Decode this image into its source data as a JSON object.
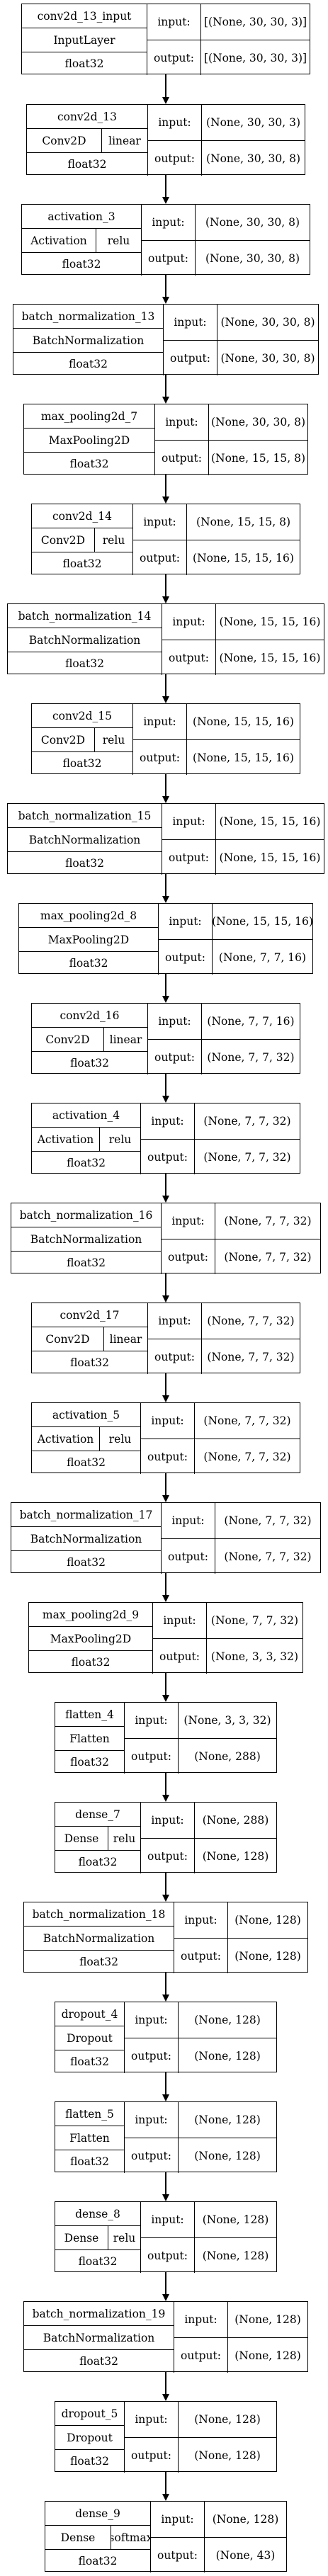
{
  "nodes": [
    {
      "name": "conv2d_13_input",
      "type": "InputLayer",
      "dtype": "float32",
      "input": "input:",
      "output": "output:",
      "input_shape": "[(None, 30, 30, 3)]",
      "output_shape": "[(None, 30, 30, 3)]"
    },
    {
      "name": "conv2d_13",
      "type": "Conv2D",
      "activation": "linear",
      "dtype": "float32",
      "input": "input:",
      "output": "output:",
      "input_shape": "(None, 30, 30, 3)",
      "output_shape": "(None, 30, 30, 8)"
    },
    {
      "name": "activation_3",
      "type": "Activation",
      "activation": "relu",
      "dtype": "float32",
      "input": "input:",
      "output": "output:",
      "input_shape": "(None, 30, 30, 8)",
      "output_shape": "(None, 30, 30, 8)"
    },
    {
      "name": "batch_normalization_13",
      "type": "BatchNormalization",
      "dtype": "float32",
      "input": "input:",
      "output": "output:",
      "input_shape": "(None, 30, 30, 8)",
      "output_shape": "(None, 30, 30, 8)"
    },
    {
      "name": "max_pooling2d_7",
      "type": "MaxPooling2D",
      "dtype": "float32",
      "input": "input:",
      "output": "output:",
      "input_shape": "(None, 30, 30, 8)",
      "output_shape": "(None, 15, 15, 8)"
    },
    {
      "name": "conv2d_14",
      "type": "Conv2D",
      "activation": "relu",
      "dtype": "float32",
      "input": "input:",
      "output": "output:",
      "input_shape": "(None, 15, 15, 8)",
      "output_shape": "(None, 15, 15, 16)"
    },
    {
      "name": "batch_normalization_14",
      "type": "BatchNormalization",
      "dtype": "float32",
      "input": "input:",
      "output": "output:",
      "input_shape": "(None, 15, 15, 16)",
      "output_shape": "(None, 15, 15, 16)"
    },
    {
      "name": "conv2d_15",
      "type": "Conv2D",
      "activation": "relu",
      "dtype": "float32",
      "input": "input:",
      "output": "output:",
      "input_shape": "(None, 15, 15, 16)",
      "output_shape": "(None, 15, 15, 16)"
    },
    {
      "name": "batch_normalization_15",
      "type": "BatchNormalization",
      "dtype": "float32",
      "input": "input:",
      "output": "output:",
      "input_shape": "(None, 15, 15, 16)",
      "output_shape": "(None, 15, 15, 16)"
    },
    {
      "name": "max_pooling2d_8",
      "type": "MaxPooling2D",
      "dtype": "float32",
      "input": "input:",
      "output": "output:",
      "input_shape": "(None, 15, 15, 16)",
      "output_shape": "(None, 7, 7, 16)"
    },
    {
      "name": "conv2d_16",
      "type": "Conv2D",
      "activation": "linear",
      "dtype": "float32",
      "input": "input:",
      "output": "output:",
      "input_shape": "(None, 7, 7, 16)",
      "output_shape": "(None, 7, 7, 32)"
    },
    {
      "name": "activation_4",
      "type": "Activation",
      "activation": "relu",
      "dtype": "float32",
      "input": "input:",
      "output": "output:",
      "input_shape": "(None, 7, 7, 32)",
      "output_shape": "(None, 7, 7, 32)"
    },
    {
      "name": "batch_normalization_16",
      "type": "BatchNormalization",
      "dtype": "float32",
      "input": "input:",
      "output": "output:",
      "input_shape": "(None, 7, 7, 32)",
      "output_shape": "(None, 7, 7, 32)"
    },
    {
      "name": "conv2d_17",
      "type": "Conv2D",
      "activation": "linear",
      "dtype": "float32",
      "input": "input:",
      "output": "output:",
      "input_shape": "(None, 7, 7, 32)",
      "output_shape": "(None, 7, 7, 32)"
    },
    {
      "name": "activation_5",
      "type": "Activation",
      "activation": "relu",
      "dtype": "float32",
      "input": "input:",
      "output": "output:",
      "input_shape": "(None, 7, 7, 32)",
      "output_shape": "(None, 7, 7, 32)"
    },
    {
      "name": "batch_normalization_17",
      "type": "BatchNormalization",
      "dtype": "float32",
      "input": "input:",
      "output": "output:",
      "input_shape": "(None, 7, 7, 32)",
      "output_shape": "(None, 7, 7, 32)"
    },
    {
      "name": "max_pooling2d_9",
      "type": "MaxPooling2D",
      "dtype": "float32",
      "input": "input:",
      "output": "output:",
      "input_shape": "(None, 7, 7, 32)",
      "output_shape": "(None, 3, 3, 32)"
    },
    {
      "name": "flatten_4",
      "type": "Flatten",
      "dtype": "float32",
      "input": "input:",
      "output": "output:",
      "input_shape": "(None, 3, 3, 32)",
      "output_shape": "(None, 288)"
    },
    {
      "name": "dense_7",
      "type": "Dense",
      "activation": "relu",
      "dtype": "float32",
      "input": "input:",
      "output": "output:",
      "input_shape": "(None, 288)",
      "output_shape": "(None, 128)"
    },
    {
      "name": "batch_normalization_18",
      "type": "BatchNormalization",
      "dtype": "float32",
      "input": "input:",
      "output": "output:",
      "input_shape": "(None, 128)",
      "output_shape": "(None, 128)"
    },
    {
      "name": "dropout_4",
      "type": "Dropout",
      "dtype": "float32",
      "input": "input:",
      "output": "output:",
      "input_shape": "(None, 128)",
      "output_shape": "(None, 128)"
    },
    {
      "name": "flatten_5",
      "type": "Flatten",
      "dtype": "float32",
      "input": "input:",
      "output": "output:",
      "input_shape": "(None, 128)",
      "output_shape": "(None, 128)"
    },
    {
      "name": "dense_8",
      "type": "Dense",
      "activation": "relu",
      "dtype": "float32",
      "input": "input:",
      "output": "output:",
      "input_shape": "(None, 128)",
      "output_shape": "(None, 128)"
    },
    {
      "name": "batch_normalization_19",
      "type": "BatchNormalization",
      "dtype": "float32",
      "input": "input:",
      "output": "output:",
      "input_shape": "(None, 128)",
      "output_shape": "(None, 128)"
    },
    {
      "name": "dropout_5",
      "type": "Dropout",
      "dtype": "float32",
      "input": "input:",
      "output": "output:",
      "input_shape": "(None, 128)",
      "output_shape": "(None, 128)"
    },
    {
      "name": "dense_9",
      "type": "Dense",
      "activation": "softmax",
      "dtype": "float32",
      "input": "input:",
      "output": "output:",
      "input_shape": "(None, 128)",
      "output_shape": "(None, 43)"
    }
  ]
}
